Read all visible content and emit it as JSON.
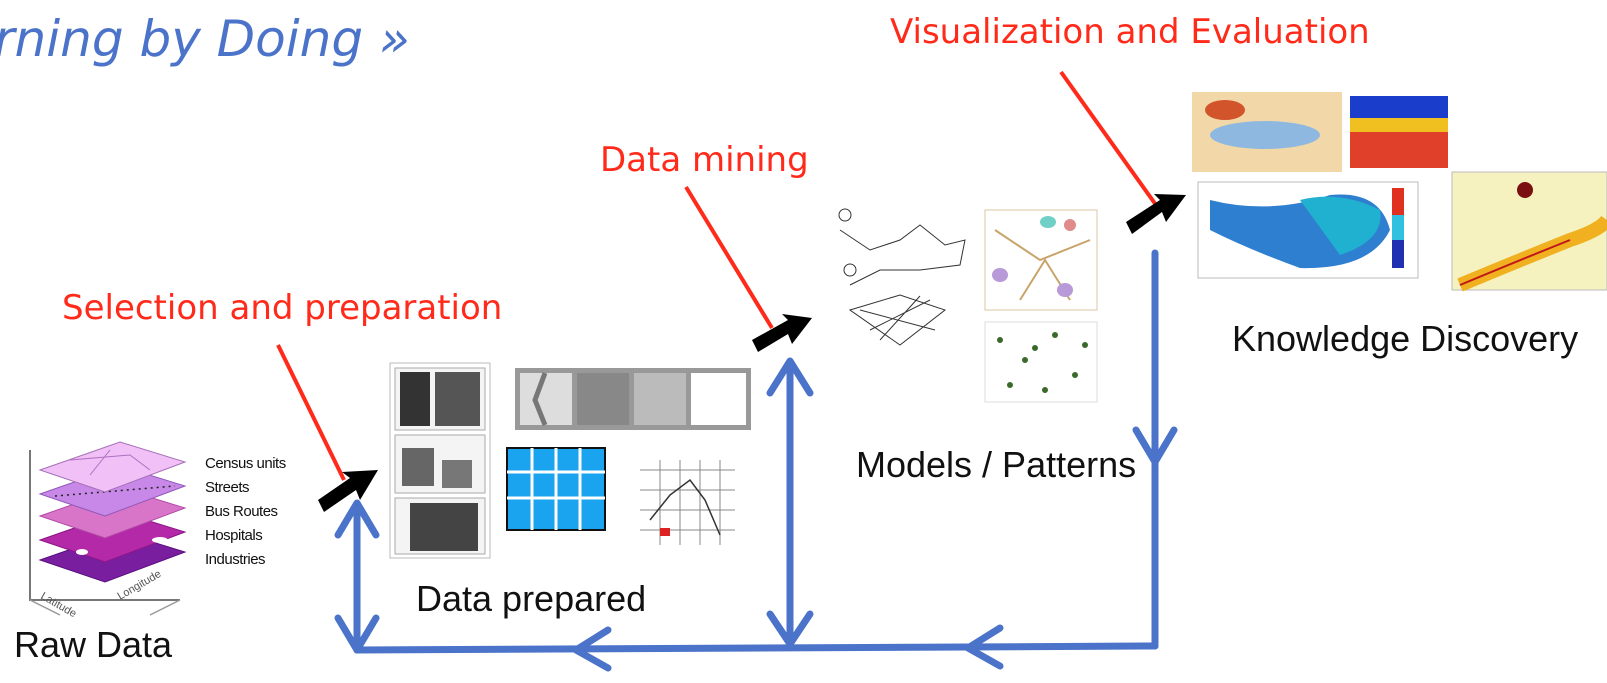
{
  "title": "rning by Doing »",
  "steps": {
    "selection": "Selection and preparation",
    "mining": "Data mining",
    "visualization": "Visualization and Evaluation"
  },
  "captions": {
    "raw_data": "Raw Data",
    "data_prepared": "Data prepared",
    "models_patterns": "Models / Patterns",
    "knowledge_discovery": "Knowledge Discovery"
  },
  "raw_layers": [
    "Census units",
    "Streets",
    "Bus Routes",
    "Hospitals",
    "Industries"
  ],
  "colors": {
    "step_label": "#ff2a1a",
    "flow_arrow": "#4a73c9",
    "pointer": "#ff2a1a",
    "title": "#4a73c9"
  }
}
